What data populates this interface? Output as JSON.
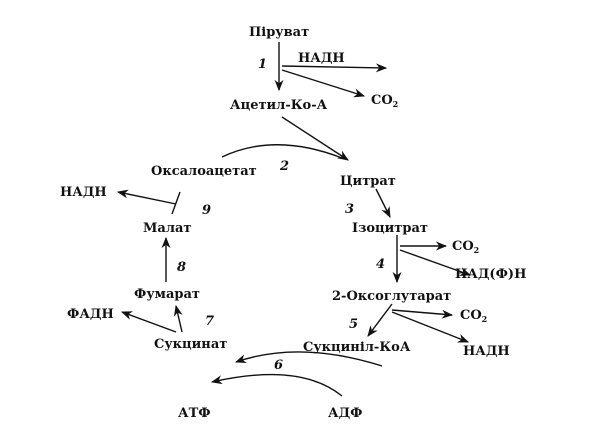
{
  "nodes": {
    "pyruvate": "Піруват",
    "acetyl_coa": "Ацетил-Ко-А",
    "citrate": "Цитрат",
    "isocitrate": "Ізоцитрат",
    "oxoglutarate": "2-Оксоглутарат",
    "succinyl_coa": "Сукциніл-КоА",
    "succinate": "Сукцинат",
    "fumarate": "Фумарат",
    "malate": "Малат",
    "oxaloacetate": "Оксалоацетат"
  },
  "byproducts": {
    "nadh_top": "НАДН",
    "co2_top": "CO",
    "co2_top_sub": "2",
    "co2_iso": "CO",
    "co2_iso_sub": "2",
    "nadph": "НАД(Ф)Н",
    "co2_oxo": "CO",
    "co2_oxo_sub": "2",
    "nadh_oxo": "НАДН",
    "nadh_malate": "НАДН",
    "fadh": "ФАДН",
    "atp": "АТФ",
    "adp": "АДФ"
  },
  "steps": [
    "1",
    "2",
    "3",
    "4",
    "5",
    "6",
    "7",
    "8",
    "9"
  ]
}
